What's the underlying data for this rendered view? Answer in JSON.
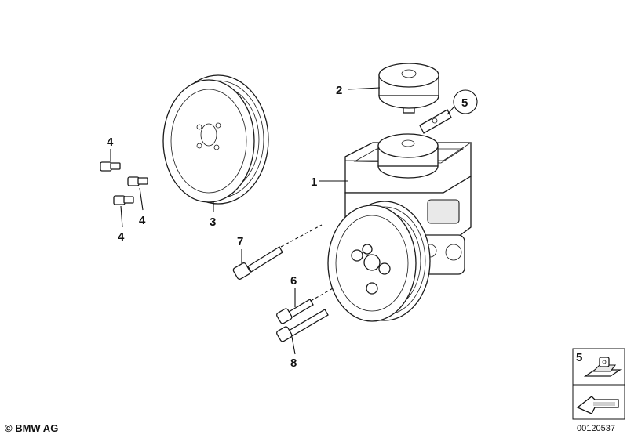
{
  "diagram": {
    "callouts": {
      "c1": "1",
      "c2": "2",
      "c3": "3",
      "c4a": "4",
      "c4b": "4",
      "c4c": "4",
      "c5": "5",
      "c6": "6",
      "c7": "7",
      "c8": "8",
      "legend5": "5"
    },
    "copyright": "© BMW AG",
    "doc_number": "00120537"
  }
}
